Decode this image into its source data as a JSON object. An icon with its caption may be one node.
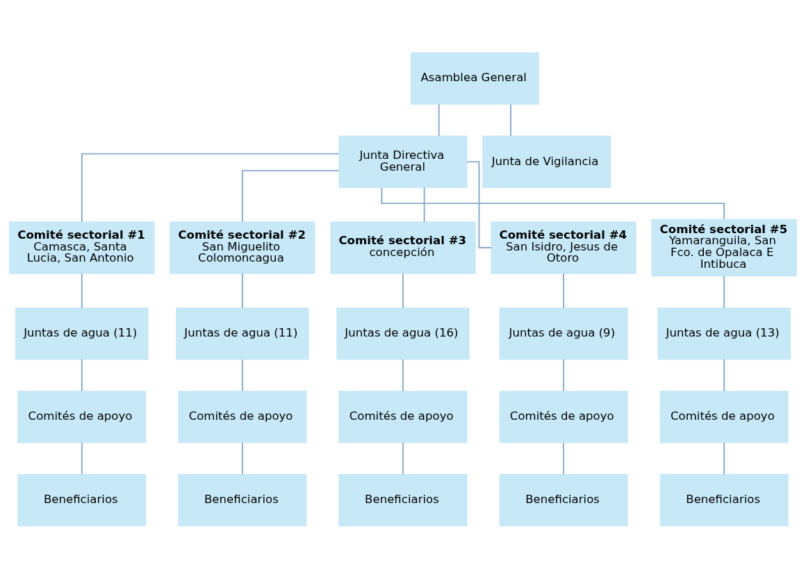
{
  "diagram": {
    "nodes": [
      {
        "text": [
          "Asamblea General"
        ]
      },
      {
        "text": [
          "Junta Directiva General"
        ]
      },
      {
        "text": [
          "Junta de Vigilancia"
        ]
      },
      {
        "text": [
          "Comité sectorial #1",
          "Camasca, Santa Lucia, San Antonio"
        ]
      },
      {
        "text": [
          "Comité sectorial #2",
          "San Miguelito Colomoncagua"
        ]
      },
      {
        "text": [
          "Comité sectorial #3",
          "concepción"
        ]
      },
      {
        "text": [
          "Comité sectorial #4",
          "San Isidro, Jesus de Otoro"
        ]
      },
      {
        "text": [
          "Comité sectorial #5",
          "Yamaranguila, San Fco. de Opalaca E Intibuca"
        ]
      },
      {
        "text": [
          "Juntas de agua (11)"
        ]
      },
      {
        "text": [
          "Juntas de agua (11)"
        ]
      },
      {
        "text": [
          "Juntas de agua (16)"
        ]
      },
      {
        "text": [
          "Juntas de agua (9)"
        ]
      },
      {
        "text": [
          "Juntas de agua (13)"
        ]
      },
      {
        "text": [
          "Comités de apoyo"
        ]
      },
      {
        "text": [
          "Comités de apoyo"
        ]
      },
      {
        "text": [
          "Comités de apoyo"
        ]
      },
      {
        "text": [
          "Comités de apoyo"
        ]
      },
      {
        "text": [
          "Comités de apoyo"
        ]
      },
      {
        "text": [
          "Beneficiarios"
        ]
      },
      {
        "text": [
          "Beneficiarios"
        ]
      },
      {
        "text": [
          "Beneficiarios"
        ]
      },
      {
        "text": [
          "Beneficiarios"
        ]
      },
      {
        "text": [
          "Beneficiarios"
        ]
      }
    ],
    "edges": [
      {
        "from": 0,
        "to": 1,
        "arrow": "none"
      },
      {
        "from": 0,
        "to": 2,
        "arrow": "none"
      },
      {
        "from": 1,
        "to": 3,
        "arrow": "none"
      },
      {
        "from": 1,
        "to": 4,
        "arrow": "none"
      },
      {
        "from": 1,
        "to": 5,
        "arrow": "none"
      },
      {
        "from": 1,
        "to": 6,
        "arrow": "none"
      },
      {
        "from": 1,
        "to": 7,
        "arrow": "none"
      },
      {
        "from": 3,
        "to": 8,
        "arrow": "none"
      },
      {
        "from": 4,
        "to": 9,
        "arrow": "none"
      },
      {
        "from": 5,
        "to": 10,
        "arrow": "none"
      },
      {
        "from": 6,
        "to": 11,
        "arrow": "none"
      },
      {
        "from": 7,
        "to": 12,
        "arrow": "none"
      },
      {
        "from": 8,
        "to": 13,
        "arrow": "none"
      },
      {
        "from": 9,
        "to": 14,
        "arrow": "none"
      },
      {
        "from": 10,
        "to": 15,
        "arrow": "none"
      },
      {
        "from": 11,
        "to": 16,
        "arrow": "none"
      },
      {
        "from": 12,
        "to": 17,
        "arrow": "none"
      },
      {
        "from": 13,
        "to": 18,
        "arrow": "none"
      },
      {
        "from": 14,
        "to": 19,
        "arrow": "none"
      },
      {
        "from": 15,
        "to": 20,
        "arrow": "none"
      },
      {
        "from": 16,
        "to": 21,
        "arrow": "none"
      },
      {
        "from": 17,
        "to": 22,
        "arrow": "none"
      }
    ]
  }
}
